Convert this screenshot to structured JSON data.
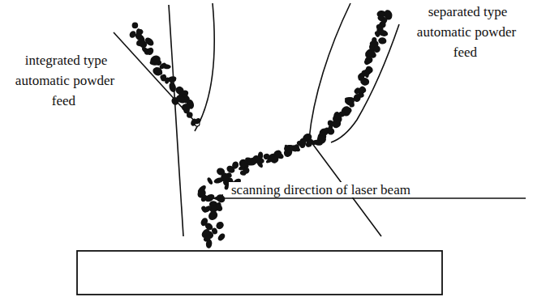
{
  "diagram": {
    "labels": [
      "integrated type automatic powder feed",
      "separated type automatic powder feed",
      "scanning direction of laser beam"
    ]
  }
}
